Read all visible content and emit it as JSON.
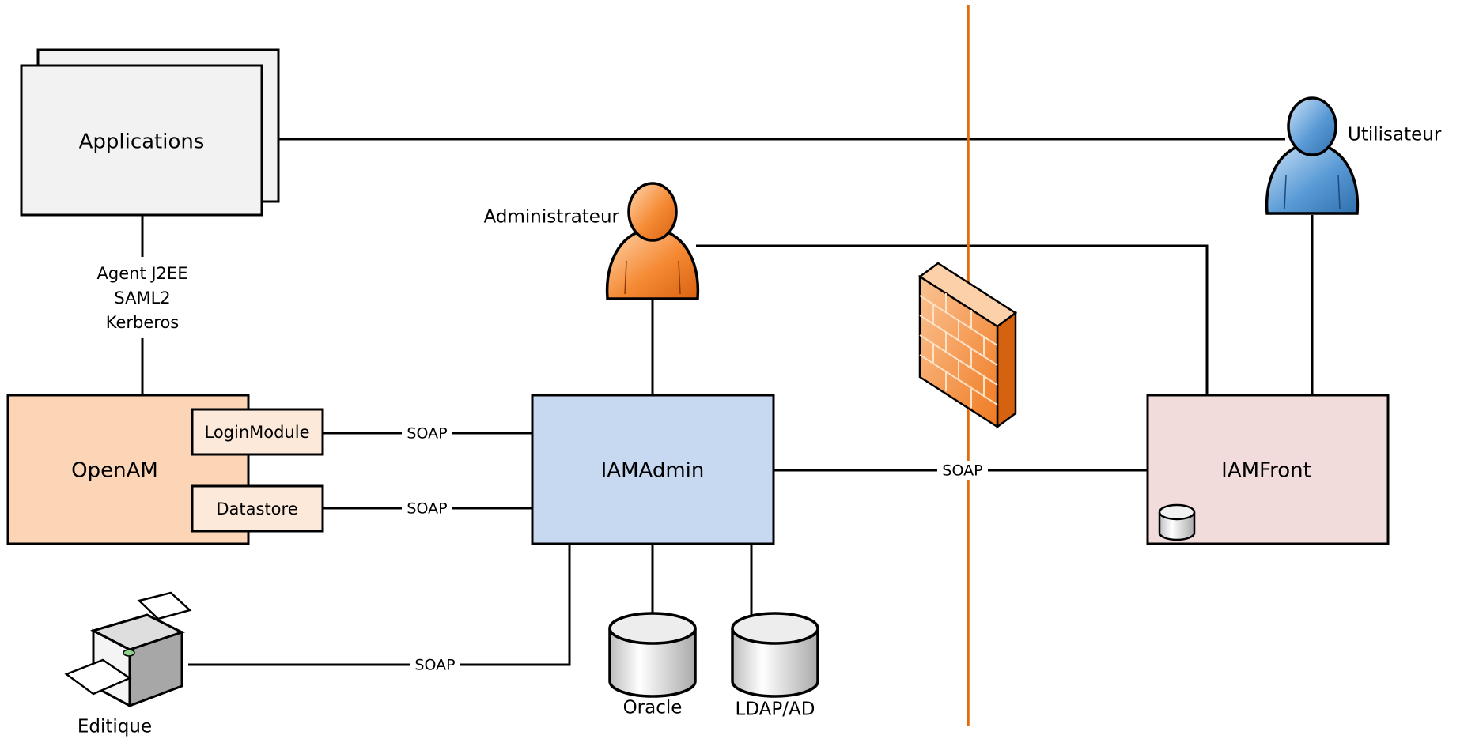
{
  "nodes": {
    "applications": "Applications",
    "openam": "OpenAM",
    "login_module": "LoginModule",
    "datastore": "Datastore",
    "iamadmin": "IAMAdmin",
    "iamfront": "IAMFront",
    "administrateur": "Administrateur",
    "utilisateur": "Utilisateur",
    "oracle": "Oracle",
    "ldap": "LDAP/AD",
    "editique": "Editique"
  },
  "protocols": {
    "agent_lines": [
      "Agent J2EE",
      "SAML2",
      "Kerberos"
    ],
    "soap_login": "SOAP",
    "soap_datastore": "SOAP",
    "soap_front": "SOAP",
    "soap_editique": "SOAP"
  },
  "colors": {
    "applications_fill": "#f2f2f2",
    "openam_fill": "#fbd5b5",
    "submodule_fill": "#fde9d9",
    "iamadmin_fill": "#c6d9f1",
    "iamfront_fill": "#f2dcdb",
    "admin_person": "#f07d2a",
    "user_person": "#4f8fcf",
    "firewall": "#f58634",
    "boundary_line": "#e36c0a",
    "line": "#000000"
  },
  "icons": [
    "person-icon",
    "firewall-icon",
    "database-icon",
    "printer-icon"
  ]
}
